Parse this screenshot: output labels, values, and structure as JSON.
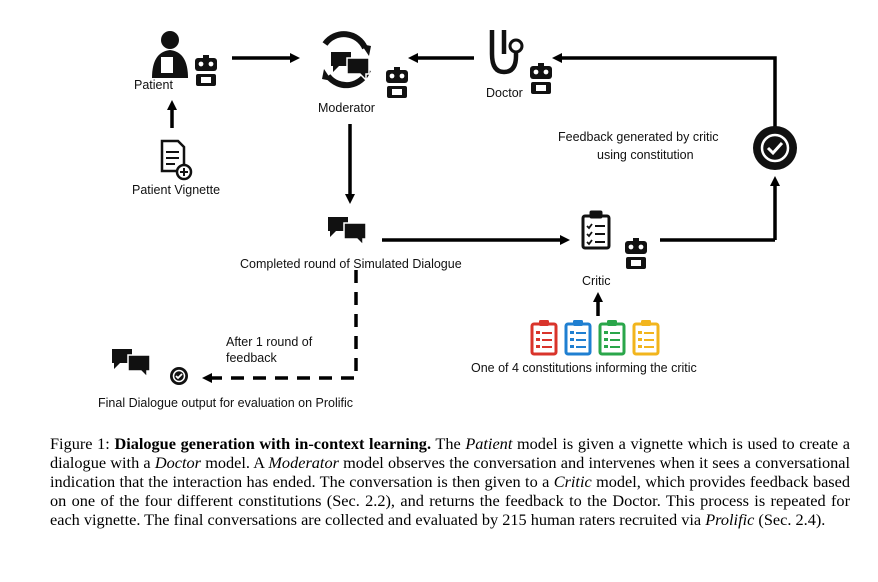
{
  "nodes": {
    "patient": "Patient",
    "moderator": "Moderator",
    "doctor": "Doctor",
    "vignette": "Patient Vignette",
    "feedback_line1": "Feedback generated by critic",
    "feedback_line2": "using constitution",
    "completed_round": "Completed round of Simulated Dialogue",
    "critic": "Critic",
    "after_line1": "After 1 round of",
    "after_line2": "feedback",
    "constitutions": "One of 4 constitutions informing the critic",
    "final_output": "Final Dialogue output for evaluation on Prolific"
  },
  "constitution_colors": [
    "#d9342b",
    "#1f7fd1",
    "#2aa64a",
    "#f2b51d"
  ],
  "caption": {
    "label": "Figure 1:",
    "bold": "Dialogue generation with in-context learning.",
    "t1": " The ",
    "i1": "Patient",
    "t2": " model is given a vignette which is used to create a dialogue with a ",
    "i2": "Doctor",
    "t3": " model. A ",
    "i3": "Moderator",
    "t4": " model observes the conversation and intervenes when it sees a conversational indication that the interaction has ended. The conversation is then given to a ",
    "i4": "Critic",
    "t5": " model, which provides feedback based on one of the four different constitutions (Sec. 2.2), and returns the feedback to the Doctor. This process is repeated for each vignette. The final conversations are collected and evaluated by 215 human raters recruited via ",
    "i5": "Prolific",
    "t6": " (Sec. 2.4)."
  }
}
